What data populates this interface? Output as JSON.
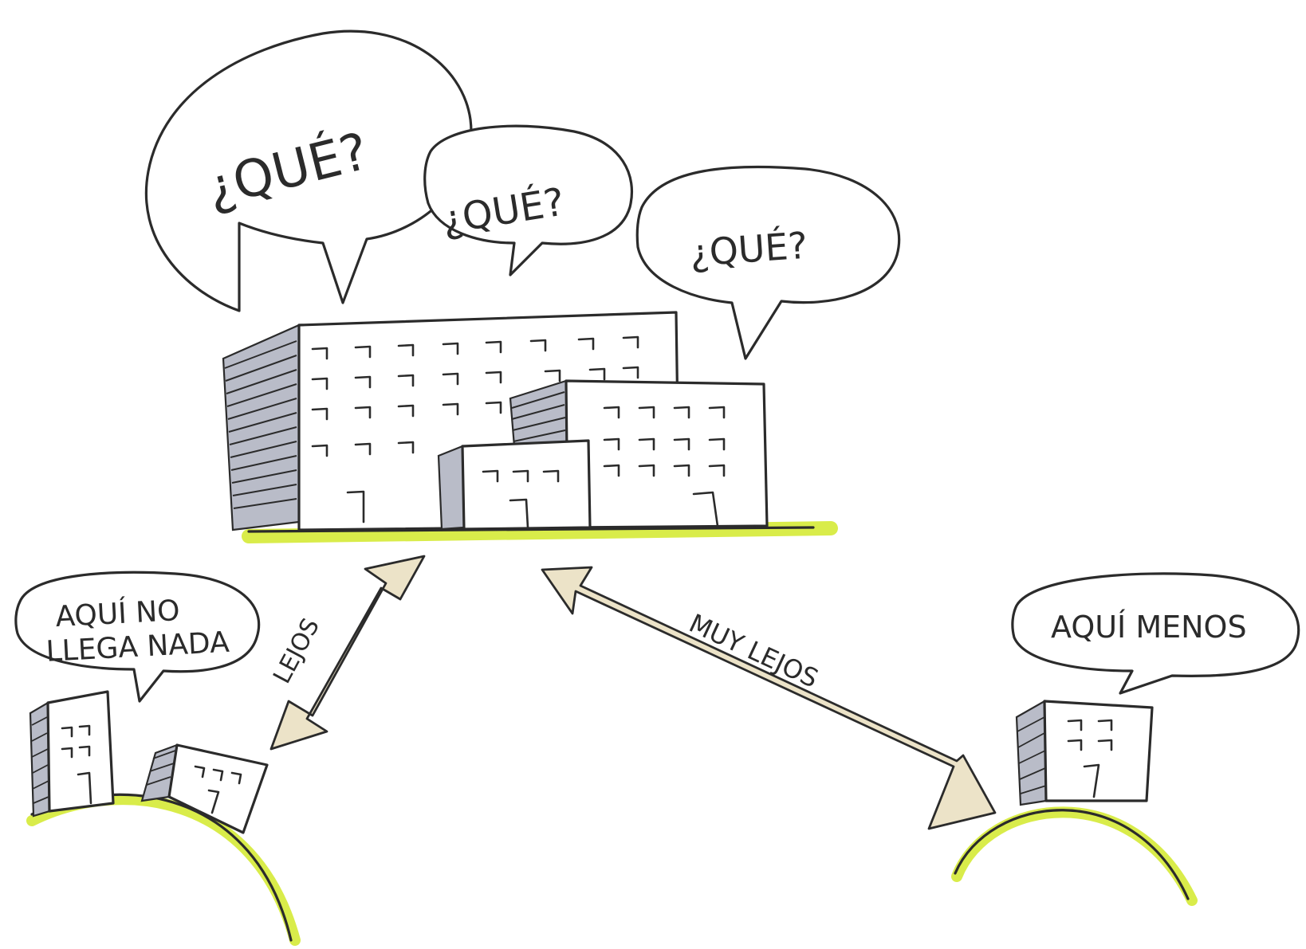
{
  "colors": {
    "ink": "#2b2b2b",
    "ground_green": "#d9ec4a",
    "arrow_fill": "#ece3c8",
    "building_shadow": "#b9bcc8",
    "background": "#ffffff"
  },
  "bubbles": {
    "big": "¿QUÉ?",
    "middle": "¿QUÉ?",
    "right": "¿QUÉ?",
    "left_line1": "AQUÍ NO",
    "left_line2": "LLEGA NADA",
    "far_right": "AQUÍ MENOS"
  },
  "arrows": {
    "near_label": "LEJOS",
    "far_label": "MUY LEJOS"
  }
}
